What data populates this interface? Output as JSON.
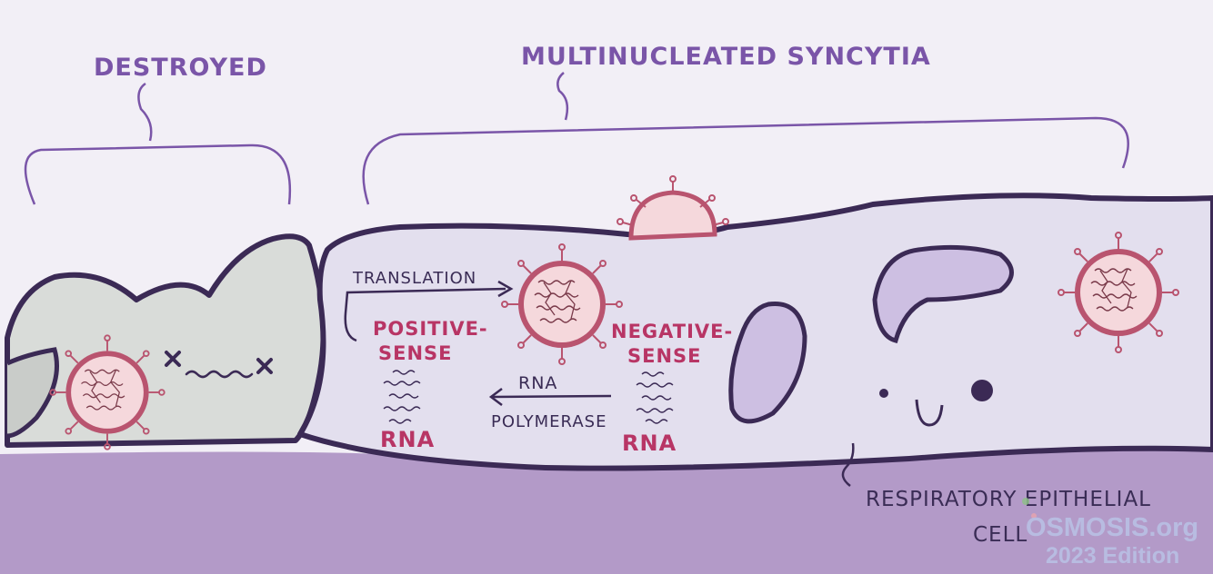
{
  "labels": {
    "destroyed": "DESTROYED",
    "syncytia": "MULTINUCLEATED  SYNCYTIA",
    "translation": "TRANSLATION",
    "positive_sense_1": "POSITIVE-",
    "positive_sense_2": "SENSE",
    "negative_sense_1": "NEGATIVE-",
    "negative_sense_2": "SENSE",
    "rna_left": "RNA",
    "rna_right": "RNA",
    "rna_polymerase_1": "RNA",
    "rna_polymerase_2": "POLYMERASE",
    "cell_1": "RESPIRATORY EPITHELIAL",
    "cell_2": "CELL"
  },
  "watermark": {
    "brand": "OSMOSIS.org",
    "edition": "2023 Edition"
  },
  "colors": {
    "background": "#f2eff6",
    "tissue": "#b39ac8",
    "cell_fill": "#e3dfee",
    "dead_cell_fill": "#d9dcd9",
    "outline": "#3b2a55",
    "nucleus": "#cdbfe2",
    "virus_fill": "#f0cdd2",
    "virus_outline": "#b9546f",
    "purple_text": "#7a55a8",
    "red_text": "#b83565"
  },
  "icons": [
    "virus-icon",
    "dead-face-icon",
    "happy-face-icon",
    "arrow-right-icon",
    "arrow-left-icon"
  ]
}
